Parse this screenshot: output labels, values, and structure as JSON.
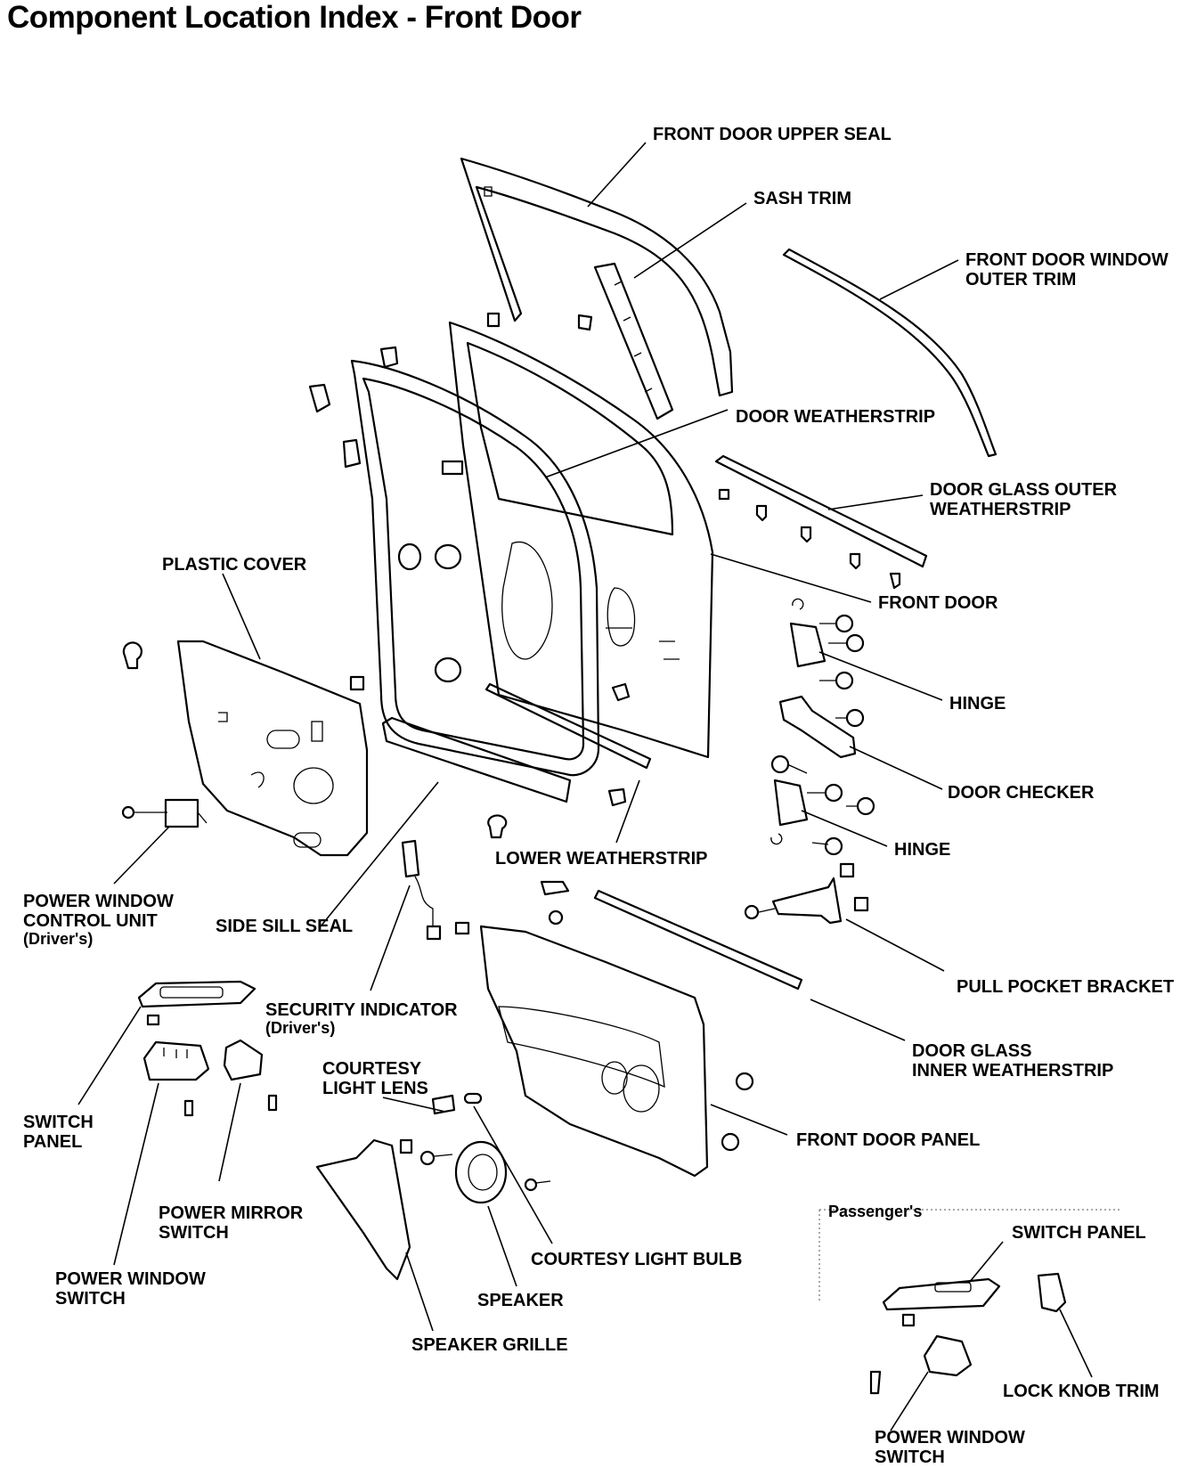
{
  "title": "Component Location Index - Front Door",
  "labels": {
    "front_door_upper_seal": "FRONT DOOR UPPER SEAL",
    "sash_trim": "SASH TRIM",
    "front_door_window_outer_trim_1": "FRONT DOOR WINDOW",
    "front_door_window_outer_trim_2": "OUTER TRIM",
    "door_weatherstrip": "DOOR WEATHERSTRIP",
    "door_glass_outer_weatherstrip_1": "DOOR GLASS OUTER",
    "door_glass_outer_weatherstrip_2": "WEATHERSTRIP",
    "plastic_cover": "PLASTIC COVER",
    "front_door": "FRONT DOOR",
    "hinge_upper": "HINGE",
    "door_checker": "DOOR CHECKER",
    "hinge_lower": "HINGE",
    "lower_weatherstrip": "LOWER WEATHERSTRIP",
    "power_window_control_unit_1": "POWER WINDOW",
    "power_window_control_unit_2": "CONTROL UNIT",
    "power_window_control_unit_3": "(Driver's)",
    "side_sill_seal": "SIDE SILL SEAL",
    "pull_pocket_bracket": "PULL POCKET BRACKET",
    "security_indicator_1": "SECURITY INDICATOR",
    "security_indicator_2": "(Driver's)",
    "door_glass_inner_weatherstrip_1": "DOOR GLASS",
    "door_glass_inner_weatherstrip_2": "INNER WEATHERSTRIP",
    "courtesy_light_lens_1": "COURTESY",
    "courtesy_light_lens_2": "LIGHT LENS",
    "switch_panel_1": "SWITCH",
    "switch_panel_2": "PANEL",
    "front_door_panel": "FRONT DOOR PANEL",
    "power_mirror_switch_1": "POWER MIRROR",
    "power_mirror_switch_2": "SWITCH",
    "courtesy_light_bulb": "COURTESY LIGHT BULB",
    "power_window_switch_1": "POWER WINDOW",
    "power_window_switch_2": "SWITCH",
    "speaker": "SPEAKER",
    "speaker_grille": "SPEAKER GRILLE",
    "passengers": "Passenger's",
    "passenger_switch_panel": "SWITCH PANEL",
    "lock_knob_trim": "LOCK KNOB TRIM",
    "passenger_power_window_switch_1": "POWER WINDOW",
    "passenger_power_window_switch_2": "SWITCH"
  }
}
